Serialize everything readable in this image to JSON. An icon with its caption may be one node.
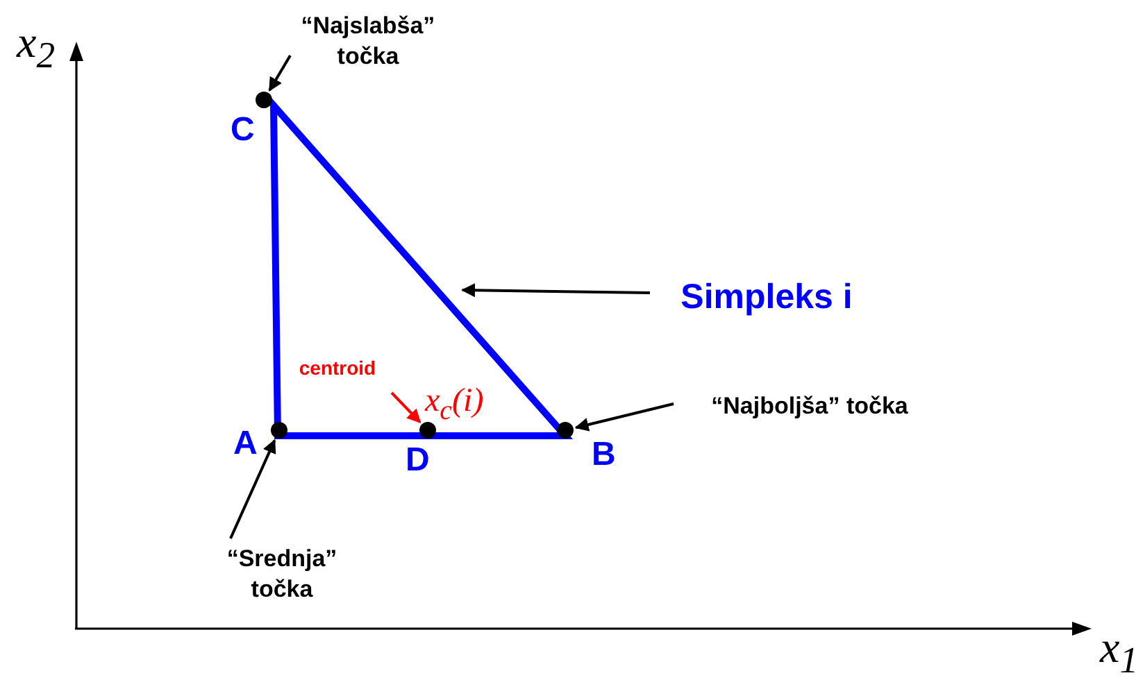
{
  "diagram": {
    "nodes": [
      {
        "text": [
          "“Najslabša” točka"
        ]
      },
      {
        "text": [],
        "shape": "circle",
        "beside": [
          "C"
        ]
      },
      {
        "text": [
          "Simpleks i"
        ]
      },
      {
        "text": [],
        "shape": "triangle"
      },
      {
        "text": [
          "centroid"
        ],
        "in": 3
      },
      {
        "text": [],
        "shape": "circle",
        "beside": [
          "D",
          "x$_{c}$(i)"
        ]
      },
      {
        "text": [
          "“Najboljša” točka"
        ]
      },
      {
        "text": [],
        "shape": "circle",
        "beside": [
          "B"
        ]
      },
      {
        "text": [],
        "shape": "circle",
        "beside": [
          "A"
        ]
      },
      {
        "text": [
          "“Srednja” točka"
        ]
      }
    ],
    "edges": [
      {
        "from": 0,
        "to": 1,
        "arrow": "to"
      },
      {
        "from": 2,
        "to": 3,
        "arrow": "to"
      },
      {
        "from": 4,
        "to": 5,
        "arrow": "to",
        "color": "#ff0000"
      },
      {
        "from": 6,
        "to": 7,
        "arrow": "to"
      },
      {
        "from": 9,
        "to": 8,
        "arrow": "to"
      }
    ],
    "labels": [
      "x$_{2}$",
      "x$_{1}$"
    ]
  }
}
